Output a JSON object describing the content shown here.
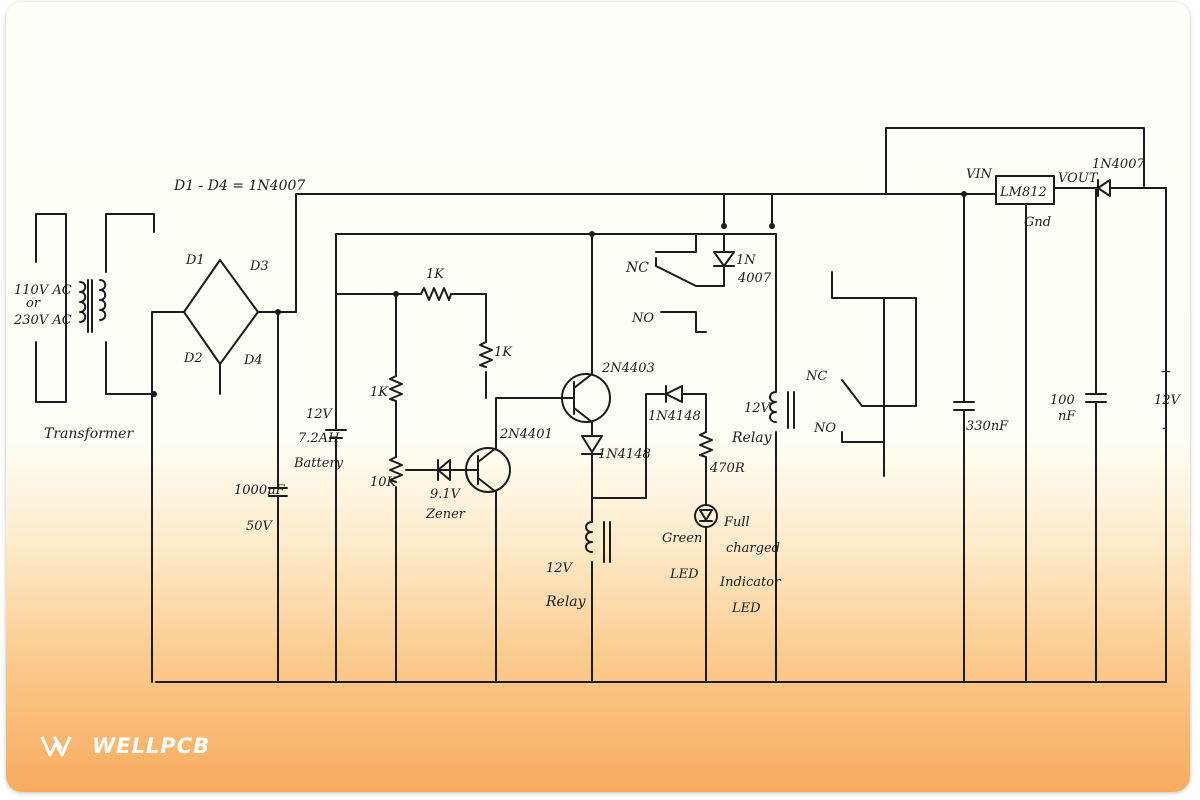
{
  "labels": {
    "input": [
      "110V AC",
      "or",
      "230V AC"
    ],
    "transformer": "Transformer",
    "diodes_note": "D1 - D4 = 1N4007",
    "d1": "D1",
    "d2": "D2",
    "d3": "D3",
    "d4": "D4",
    "battery": [
      "12V",
      "7.2AH",
      "Battery"
    ],
    "cap_main": [
      "1000µF",
      "50V"
    ],
    "r_top": "1K",
    "r_left": "1K",
    "r_right": "1K",
    "pot": "10K",
    "zener": [
      "9.1V",
      "Zener"
    ],
    "q1": "2N4401",
    "q2": "2N4403",
    "d_sig1": "1N4148",
    "d_sig2": "1N4148",
    "relay1": [
      "12V",
      "Relay"
    ],
    "relay2": [
      "12V",
      "Relay"
    ],
    "r_led": "470R",
    "led_green": [
      "Green",
      "LED"
    ],
    "led_full": [
      "Full",
      "charged",
      "Indicator",
      "LED"
    ],
    "nc1": "NC",
    "no1": "NO",
    "nc2": "NC",
    "no2": "NO",
    "d_relay": [
      "1N",
      "4007"
    ],
    "reg": "LM812",
    "vin": "VIN",
    "vout": "VOUT",
    "gnd": "Gnd",
    "d_out": "1N4007",
    "cap_330": "330nF",
    "cap_100": [
      "100",
      "nF"
    ],
    "out_plus": "+",
    "out_v": "12V",
    "out_minus": "-"
  },
  "brand": "WELLPCB"
}
